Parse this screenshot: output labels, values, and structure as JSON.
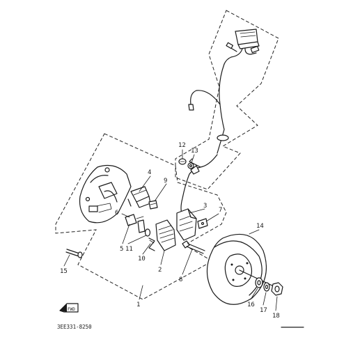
{
  "callouts": [
    "1",
    "2",
    "3",
    "4",
    "5",
    "6",
    "7",
    "8",
    "9",
    "10",
    "11",
    "12",
    "13",
    "14",
    "15",
    "16",
    "17",
    "18"
  ],
  "diagram_code": "3EE331-8250",
  "fwd_label": "FWD"
}
